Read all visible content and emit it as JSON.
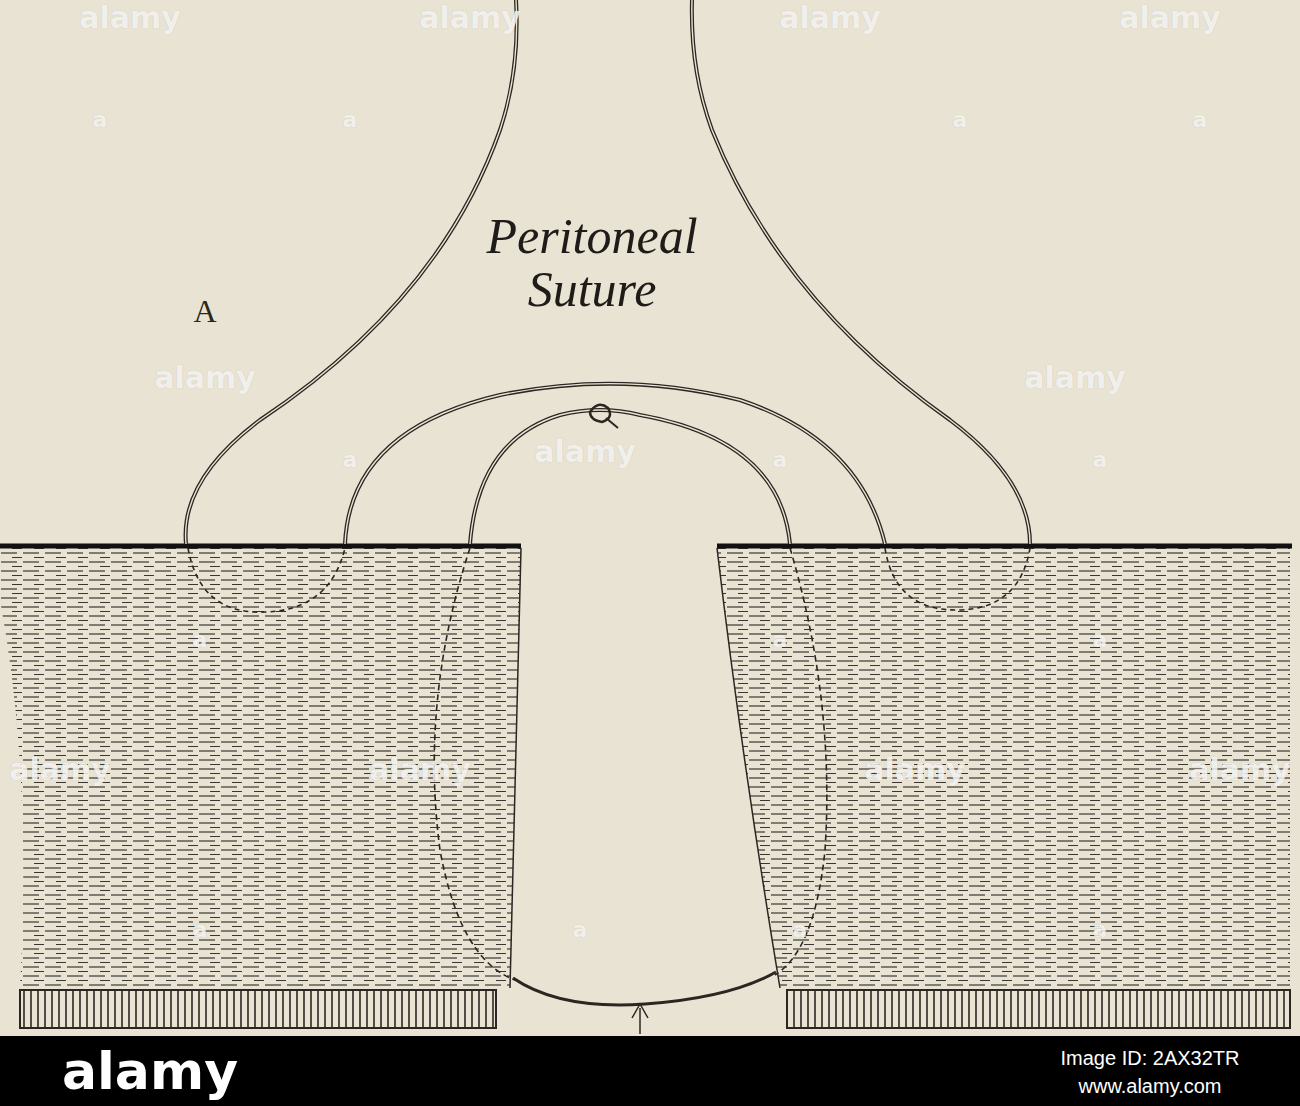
{
  "diagram": {
    "labels": [
      "A",
      "Peritoneal Suture",
      "alamy",
      "alamy",
      "alamy",
      "alamy",
      "alamy",
      "alamy",
      "alamy",
      "alamy",
      "alamy",
      "alamy",
      "alamy",
      "a",
      "a",
      "a",
      "a",
      "a",
      "a",
      "a",
      "a",
      "a",
      "a",
      "a",
      "a",
      "a",
      "a",
      "alamy",
      "Image ID: 2AX32TR",
      "www.alamy.com"
    ]
  }
}
